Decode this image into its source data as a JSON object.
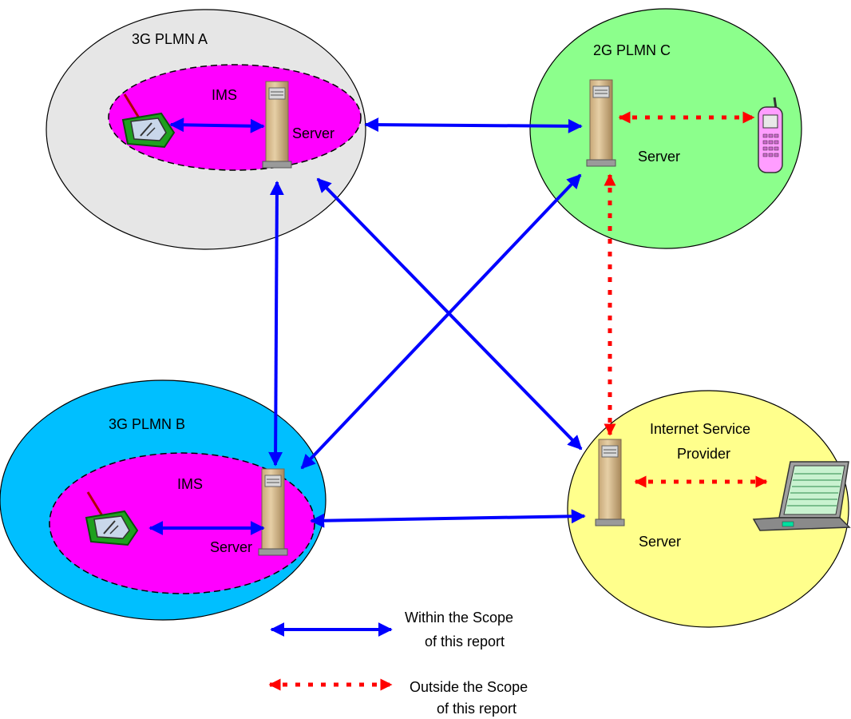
{
  "networks": {
    "plmn_a": {
      "label": "3G PLMN A",
      "fill": "#e6e6e6",
      "ims_label": "IMS",
      "server_label": "Server"
    },
    "plmn_b": {
      "label": "3G PLMN B",
      "fill": "#00bfff",
      "ims_label": "IMS",
      "server_label": "Server"
    },
    "plmn_c": {
      "label": "2G PLMN C",
      "fill": "#8cff8c",
      "server_label": "Server"
    },
    "isp": {
      "label_line1": "Internet Service",
      "label_line2": "Provider",
      "fill": "#ffff8c",
      "server_label": "Server"
    }
  },
  "ims_fill": "#ff00ff",
  "colors": {
    "in_scope": "#0000ff",
    "out_scope": "#ff0000"
  },
  "icons": {
    "pda": "pda-icon",
    "server": "server-tower-icon",
    "phone": "mobile-phone-icon",
    "laptop": "laptop-icon"
  },
  "legend": {
    "in_scope_line1": "Within the Scope",
    "in_scope_line2": "of this report",
    "out_scope_line1": "Outside the Scope",
    "out_scope_line2": "of this report"
  }
}
